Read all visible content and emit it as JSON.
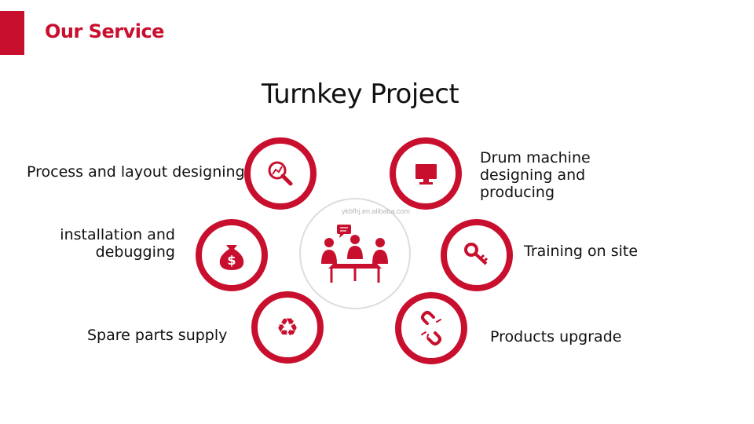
{
  "header": {
    "title": "Our Service"
  },
  "main": {
    "title": "Turnkey Project",
    "watermark": "ykbfhj.en.alibaba.com",
    "services": [
      {
        "label": "Process and layout designing",
        "icon": "magnifier-chart-icon"
      },
      {
        "label": "installation and debugging",
        "icon": "money-bag-icon"
      },
      {
        "label": "Spare parts supply",
        "icon": "recycle-icon"
      },
      {
        "label": "Drum machine designing and producing",
        "icon": "monitor-icon"
      },
      {
        "label": "Training on site",
        "icon": "key-icon"
      },
      {
        "label": "Products upgrade",
        "icon": "broken-link-icon"
      }
    ],
    "center_icon": "meeting-people-icon"
  },
  "colors": {
    "accent": "#c8102e",
    "ring_gray": "#dddddd"
  }
}
